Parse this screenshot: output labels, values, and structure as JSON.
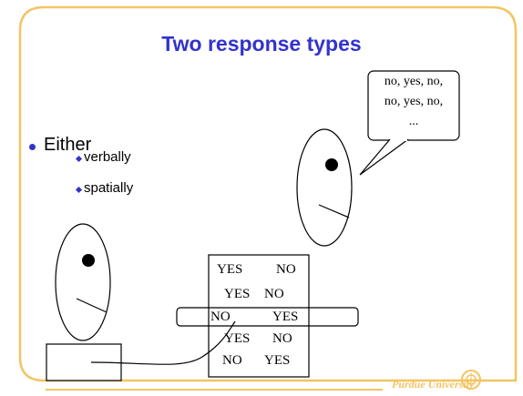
{
  "slide": {
    "title": "Two response types",
    "bullet": "Either",
    "sub_items": [
      "verbally",
      "spatially"
    ]
  },
  "speech_bubble": {
    "lines": [
      "no, yes, no,",
      "no, yes, no,",
      "..."
    ]
  },
  "response_grid": {
    "rows": [
      [
        "YES",
        "NO"
      ],
      [
        "YES",
        "NO"
      ],
      [
        "NO",
        "YES"
      ],
      [
        "YES",
        "NO"
      ],
      [
        "NO",
        "YES"
      ]
    ]
  },
  "footer": {
    "text": "Purdue University"
  },
  "colors": {
    "title": "#3333cc",
    "frame": "#f2c462",
    "bullet": "#3333cc"
  }
}
